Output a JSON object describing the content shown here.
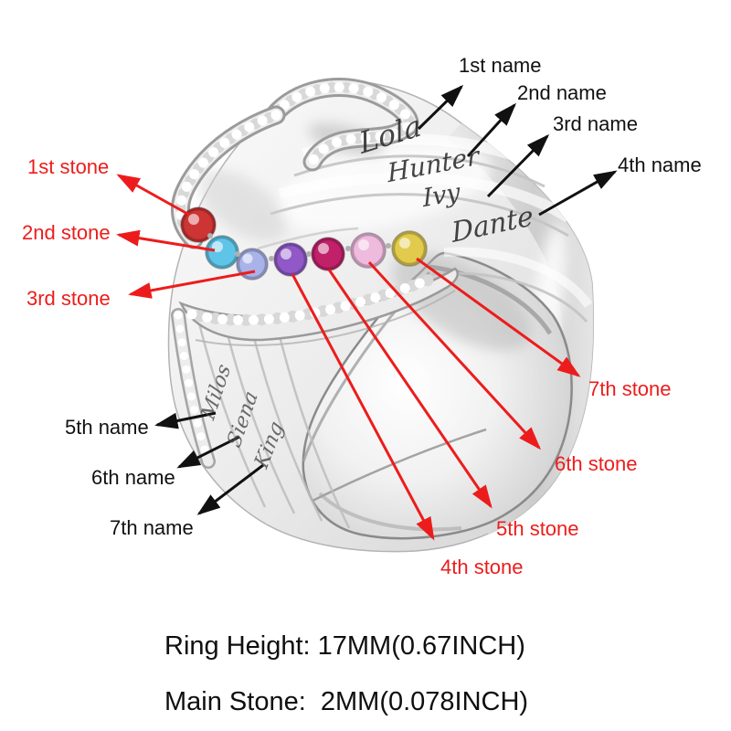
{
  "page": {
    "background": "#ffffff"
  },
  "annotations": {
    "name_labels": [
      "1st name",
      "2nd name",
      "3rd name",
      "4th name",
      "5th name",
      "6th name",
      "7th name"
    ],
    "stone_labels": [
      "1st stone",
      "2nd stone",
      "3rd stone",
      "4th stone",
      "5th stone",
      "6th stone",
      "7th stone"
    ]
  },
  "engravings": {
    "front_names": [
      "Lola",
      "Hunter",
      "Ivy",
      "Dante"
    ],
    "side_names": [
      "Milos",
      "Siena",
      "King"
    ]
  },
  "stones": [
    {
      "ordinal": "1st",
      "color": "#cd3434"
    },
    {
      "ordinal": "2nd",
      "color": "#5ec5e8"
    },
    {
      "ordinal": "3rd",
      "color": "#a9b3ea"
    },
    {
      "ordinal": "4th",
      "color": "#9059c7"
    },
    {
      "ordinal": "5th",
      "color": "#c02169"
    },
    {
      "ordinal": "6th",
      "color": "#eebade"
    },
    {
      "ordinal": "7th",
      "color": "#e2ca4d"
    }
  ],
  "specs": {
    "ring_height": "Ring Height: 17MM(0.67INCH)",
    "main_stone": "Main Stone:  2MM(0.078INCH)"
  },
  "colors": {
    "stone_label_red": "#ed1c1c",
    "name_label_black": "#111111",
    "metal_light": "#f5f5f5",
    "metal_shadow": "#9a9a9a"
  }
}
